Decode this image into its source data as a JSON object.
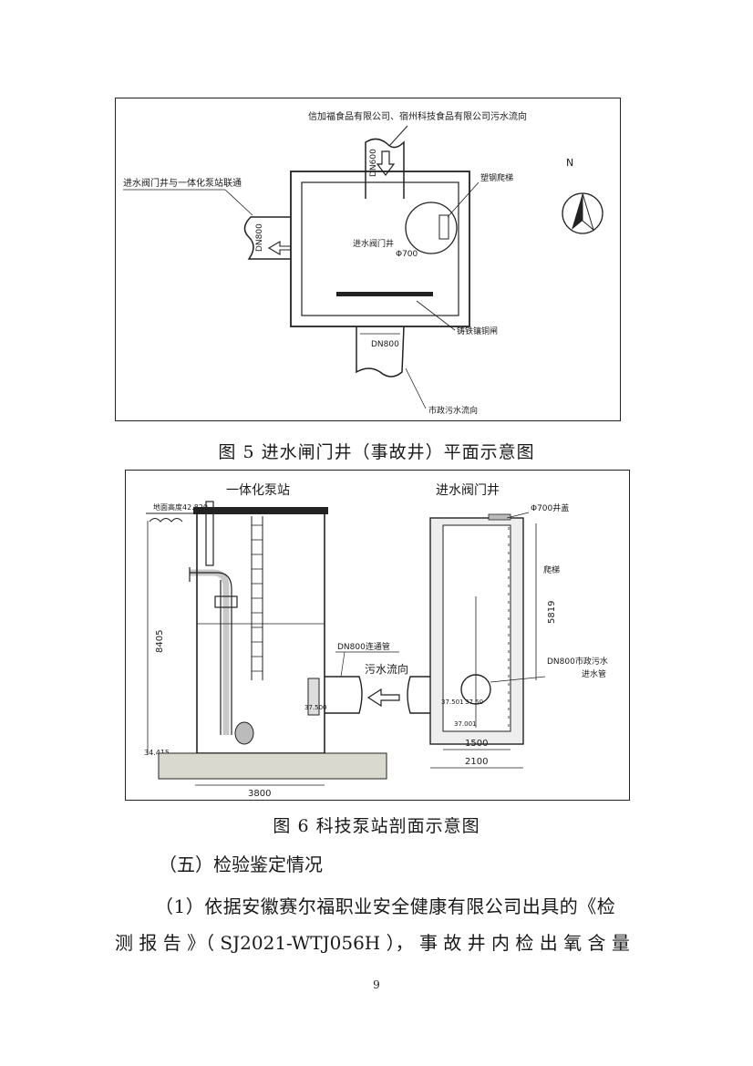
{
  "figure5": {
    "caption": "图 5  进水闸门井（事故井）平面示意图",
    "labels": {
      "top_flow": "信加福食品有限公司、宿州科技食品有限公司污水流向",
      "pipe_top": "DN600",
      "ladder": "塑钢爬梯",
      "north": "N",
      "connect": "进水阀门井与一体化泵站联通",
      "pipe_left": "DN800",
      "well": "进水阀门井",
      "manhole": "Φ700",
      "gate": "铸铁镶铜闸",
      "pipe_bottom": "DN800",
      "bottom_flow": "市政污水流向"
    }
  },
  "figure6": {
    "caption": "图 6  科技泵站剖面示意图",
    "labels": {
      "pump_station": "一体化泵站",
      "valve_well": "进水阀门井",
      "ground_elev": "地面高度42.820",
      "height": "8405",
      "bottom_elev": "34.415",
      "width_pump": "3800",
      "connect_pipe": "DN800连通管",
      "flow_dir": "污水流向",
      "manhole": "Φ700井盖",
      "ladder": "爬梯",
      "depth": "5819",
      "city_pipe_1": "DN800市政污水",
      "city_pipe_2": "进水管",
      "elev_a": "37.500",
      "elev_b": "37.501",
      "elev_c": "37.50",
      "elev_d": "37.001",
      "inner_width": "1500",
      "outer_width": "2100"
    }
  },
  "section": {
    "heading": "（五）检验鉴定情况",
    "para_line1": "（1）依据安徽赛尔福职业安全健康有限公司出具的《检",
    "para_line2": "测 报 告 》（ SJ2021-WTJ056H ）， 事 故 井 内 检 出 氧 含 量"
  },
  "page_number": "9"
}
